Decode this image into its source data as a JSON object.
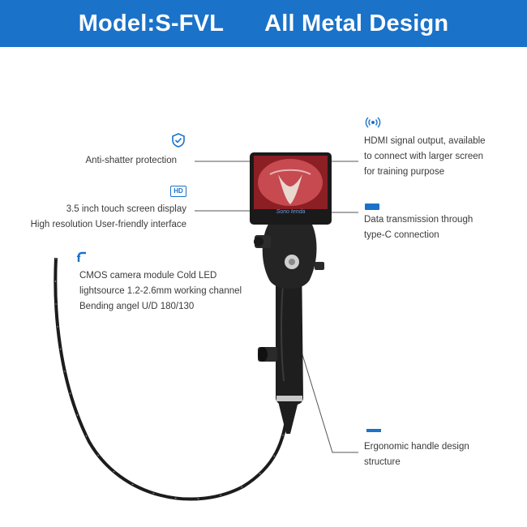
{
  "header": {
    "model": "Model:S-FVL",
    "tagline": "All Metal Design"
  },
  "features": {
    "anti_shatter": "Anti-shatter protection",
    "display_line1": "3.5 inch touch screen display",
    "display_line2": "High resolution User-friendly interface",
    "camera_line1": "CMOS camera module Cold LED",
    "camera_line2": "lightsource 1.2-2.6mm working channel",
    "camera_line3": "Bending angel U/D 180/130",
    "hdmi_line1": "HDMI signal output, available",
    "hdmi_line2": "to connect with larger screen",
    "hdmi_line3": "for training purpose",
    "typec_line1": "Data transmission through",
    "typec_line2": "type-C connection",
    "handle_line1": "Ergonomic handle design",
    "handle_line2": "structure"
  },
  "screen_brand": "Sono tenda",
  "hd_badge": "HD",
  "colors": {
    "accent": "#1a72c9",
    "text": "#3a3a3a",
    "device": "#1e1e1e"
  },
  "icons": [
    "shield-check-icon",
    "hd-icon",
    "bend-arrow-icon",
    "signal-wave-icon",
    "battery-bar-icon",
    "dash-icon"
  ]
}
